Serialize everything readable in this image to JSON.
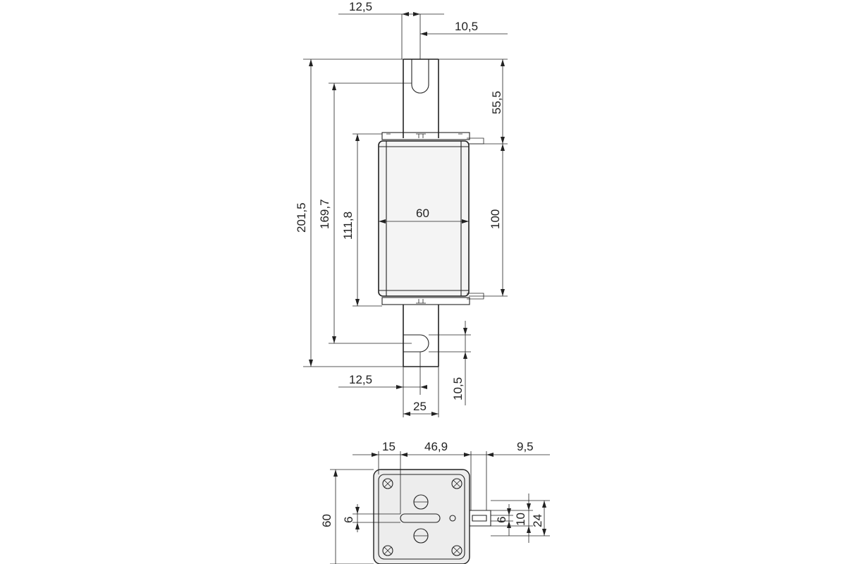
{
  "drawing": {
    "dimensions": {
      "top_slot_width": "12,5",
      "top_slot_offset": "10,5",
      "total_height": "201,5",
      "slot_to_slot": "169,7",
      "cap_to_cap": "111,8",
      "body_width": "60",
      "body_height": "100",
      "blade_length": "55,5",
      "bottom_slot_width": "12,5",
      "bottom_slot_offset": "10,5",
      "blade_width": "25",
      "end_left": "15",
      "end_mid": "46,9",
      "end_right": "9,5",
      "end_height": "60",
      "end_slot": "6",
      "lug_6": "6",
      "lug_10": "10",
      "lug_24": "24"
    }
  }
}
